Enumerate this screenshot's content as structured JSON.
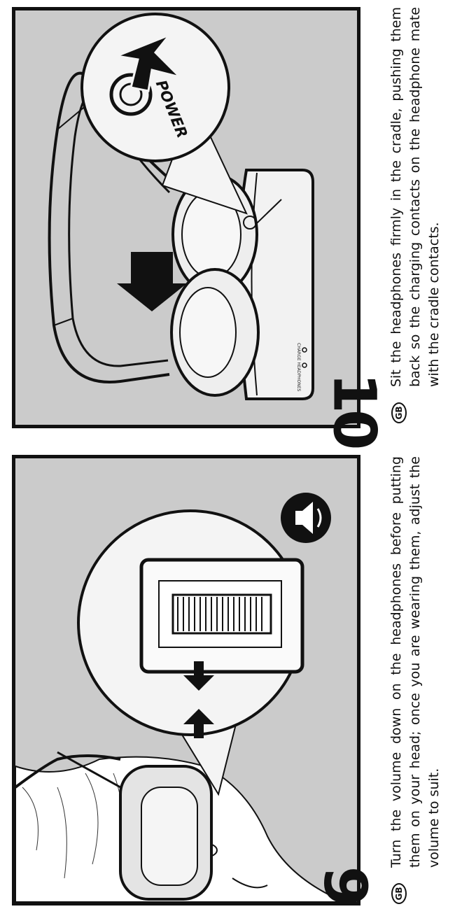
{
  "steps": [
    {
      "number": "10",
      "language_badge": "GB",
      "caption": "Sit the headphones firmly in the cradle, pushing them back so the charging contacts on the headphone mate with the cradle contacts.",
      "callout_label": "POWER",
      "cradle_label": "CHARGE   HEADPHONES",
      "icons": [
        "cradle-illustration",
        "headphones-illustration",
        "push-arrow-icon",
        "power-button-icon"
      ]
    },
    {
      "number": "9",
      "language_badge": "GB",
      "caption": "Turn the volume down on the headphones before putting them on your head; once you are wearing them, adjust the volume to suit.",
      "icons": [
        "person-wearing-headphones-illustration",
        "volume-wheel-icon",
        "left-right-arrows-icon",
        "speaker-icon"
      ]
    }
  ],
  "colors": {
    "panel_bg": "#cbcbcb",
    "line": "#111111",
    "fill_light": "#e8e8e8"
  }
}
